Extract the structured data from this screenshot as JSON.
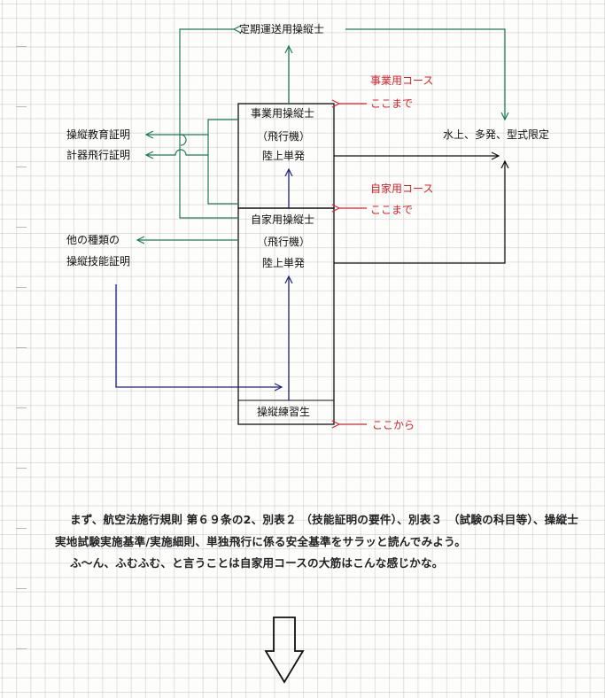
{
  "boxes": {
    "commercial": {
      "line1": "事業用操縦士",
      "line2": "（飛行機）",
      "line3": "陸上単発"
    },
    "private": {
      "line1": "自家用操縦士",
      "line2": "（飛行機）",
      "line3": "陸上単発"
    },
    "student": {
      "label": "操縦練習生"
    }
  },
  "side_labels": {
    "airline": "定期運送用操縦士",
    "instructor": "操縦教育証明",
    "instrument": "計器飛行証明",
    "other_skill_line1": "他の種類の",
    "other_skill_line2": "操縦技能証明",
    "ratings": "水上、多発、型式限定"
  },
  "annotations": {
    "commercial_course_line1": "事業用コース",
    "commercial_course_line2": "ここまで",
    "private_course_line1": "自家用コース",
    "private_course_line2": "ここまで",
    "start_here": "ここから"
  },
  "prose": {
    "paragraph1": "まず、航空法施行規則 第６９条の2、別表２ （技能証明の要件）、別表３　（試験の科目等）、操縦士実地試験実施基準/実施細則、単独飛行に係る安全基準をサラッと読んでみよう。",
    "paragraph2": "ふ～ん、ふむふむ、と言うことは自家用コースの大筋はこんな感じかな。"
  },
  "colors": {
    "green_arrow": "#1f7a52",
    "blue_arrow": "#23237a",
    "red_annotation": "#d0242c",
    "box_line": "#111111"
  }
}
